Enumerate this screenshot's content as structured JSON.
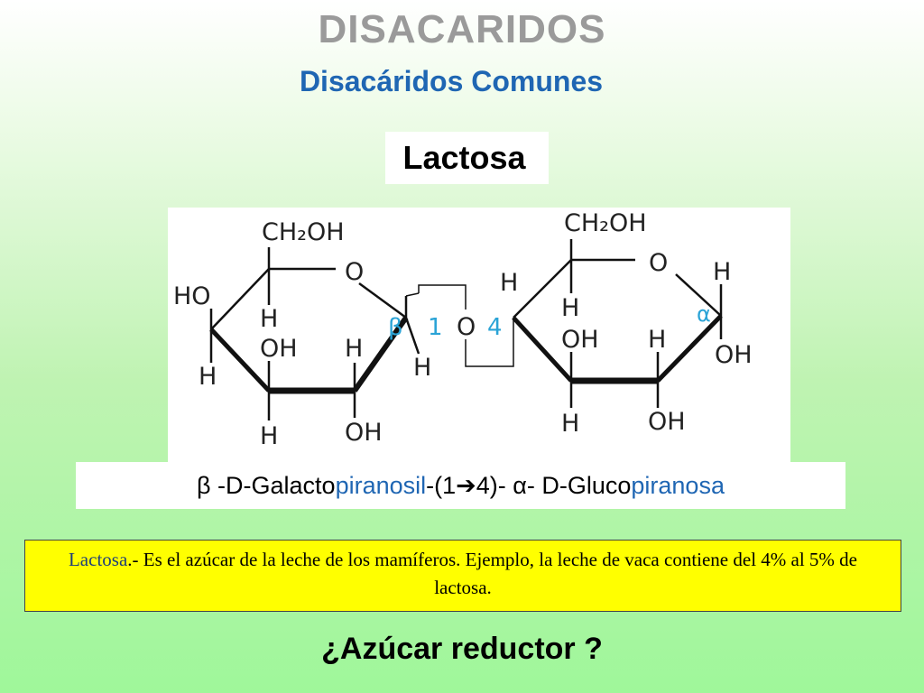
{
  "title": "DISACARIDOS",
  "subtitle": "Disacáridos Comunes",
  "name_label": "Lactosa",
  "structure": {
    "galactose": {
      "ch2oh": "CH₂OH",
      "ring_o": "O",
      "ho": "HO",
      "h_a": "H",
      "h_b": "H",
      "oh": "OH",
      "h_c": "H",
      "h_d": "H",
      "oh_b": "OH",
      "h_e": "H"
    },
    "linkage": {
      "beta": "β",
      "one": "1",
      "o": "O",
      "four": "4"
    },
    "glucose": {
      "ch2oh": "CH₂OH",
      "ring_o": "O",
      "h_top": "H",
      "h_a": "H",
      "alpha": "α",
      "oh_anomeric": "OH",
      "oh": "OH",
      "h_b": "H",
      "h_c": "H",
      "oh_b": "OH"
    }
  },
  "formula": {
    "p1": "β -D-Galacto",
    "p2": "piranosil",
    "p3": "-(1",
    "arrow": "➔",
    "p4": "4)- α- D-Gluco",
    "p5": "piranosa"
  },
  "description": {
    "lead": "Lactosa",
    "text": ".- Es el azúcar de la leche de los mamíferos. Ejemplo, la leche de vaca contiene del 4% al 5% de lactosa."
  },
  "question": "¿Azúcar reductor ?"
}
